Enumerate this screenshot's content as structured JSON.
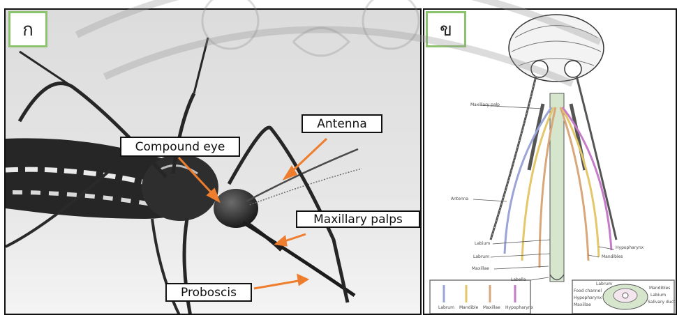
{
  "panel_a": {
    "letter": "ก",
    "callouts": {
      "antenna": "Antenna",
      "compound_eye": "Compound eye",
      "maxillary_palps": "Maxillary palps",
      "proboscis": "Proboscis"
    },
    "arrow_color": "#ee7d2d"
  },
  "panel_b": {
    "letter": "ข",
    "labels": {
      "maxillary_palp": "Maxillary palp",
      "antenna": "Antenna",
      "labium": "Labium",
      "labrum": "Labrum",
      "maxillae": "Maxillae",
      "labella": "Labella",
      "hypopharynx": "Hypopharynx",
      "mandibles": "Mandibles"
    },
    "legend_left": [
      "Labrum",
      "Mandible",
      "Maxillae",
      "Hypopharynx"
    ],
    "legend_right": [
      "Labrum",
      "Food channel",
      "Hypopharynx",
      "Maxillae",
      "Mandibles",
      "Labium",
      "Salivary duct"
    ],
    "mouthpart_colors": [
      "#9aa4d8",
      "#e3c76a",
      "#d9a77c",
      "#c57bc9",
      "#9ec49a"
    ]
  }
}
